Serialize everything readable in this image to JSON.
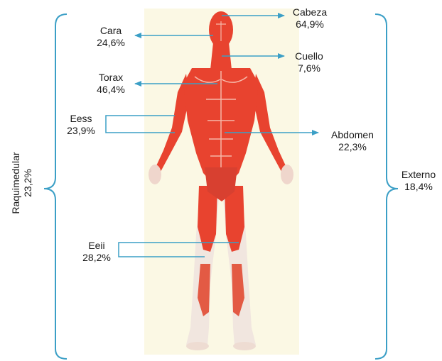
{
  "colors": {
    "arrow": "#3b9fc6",
    "bracket": "#3b9fc6",
    "muscle": "#e8432f",
    "background_panel": "#fbf8e4"
  },
  "regions": {
    "cabeza": {
      "name": "Cabeza",
      "value": "64,9%"
    },
    "cara": {
      "name": "Cara",
      "value": "24,6%"
    },
    "cuello": {
      "name": "Cuello",
      "value": "7,6%"
    },
    "torax": {
      "name": "Torax",
      "value": "46,4%"
    },
    "eess": {
      "name": "Eess",
      "value": "23,9%"
    },
    "abdomen": {
      "name": "Abdomen",
      "value": "22,3%"
    },
    "eeii": {
      "name": "Eeii",
      "value": "28,2%"
    },
    "raquimedular": {
      "name": "Raquimedular",
      "value": "23,2%"
    },
    "externo": {
      "name": "Externo",
      "value": "18,4%"
    }
  }
}
